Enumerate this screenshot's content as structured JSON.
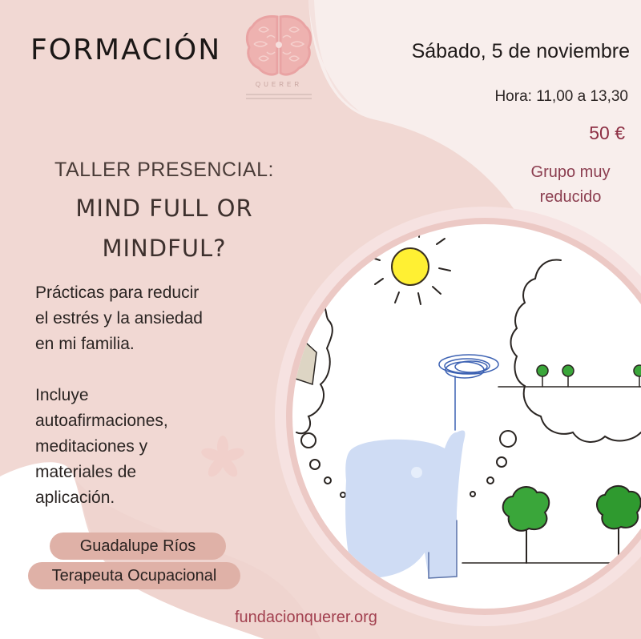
{
  "header": {
    "title": "FORMACIÓN",
    "logo": {
      "icon": "brain-icon",
      "name": "QUERER",
      "color": "#e9a3a3"
    }
  },
  "event": {
    "date": "Sábado, 5 de noviembre",
    "time": "Hora: 11,00 a 13,30",
    "price": "50 €",
    "group_line1": "Grupo muy",
    "group_line2": "reducido"
  },
  "workshop": {
    "type": "TALLER PRESENCIAL:",
    "name_line1": "MIND FULL OR",
    "name_line2": "MINDFUL?"
  },
  "description": {
    "para1": [
      "Prácticas para reducir",
      "el estrés y la ansiedad",
      "en mi familia."
    ],
    "para2": [
      "Incluye",
      "autoafirmaciones,",
      "meditaciones y",
      "materiales de",
      "aplicación."
    ]
  },
  "speaker": {
    "name": "Guadalupe Ríos",
    "role": "Terapeuta Ocupacional"
  },
  "footer": {
    "url": "fundacionquerer.org"
  },
  "illustration": {
    "subject": "elephant-mind-full-vs-mindful",
    "elements": [
      "sun-icon",
      "elephant-icon",
      "thought-bubble-icon",
      "tree-icon",
      "scribble-icon"
    ]
  },
  "colors": {
    "background": "#f1d8d3",
    "accent": "#8d2f44",
    "pill": "#dfb1a7",
    "ring": "#f7e3e3"
  }
}
